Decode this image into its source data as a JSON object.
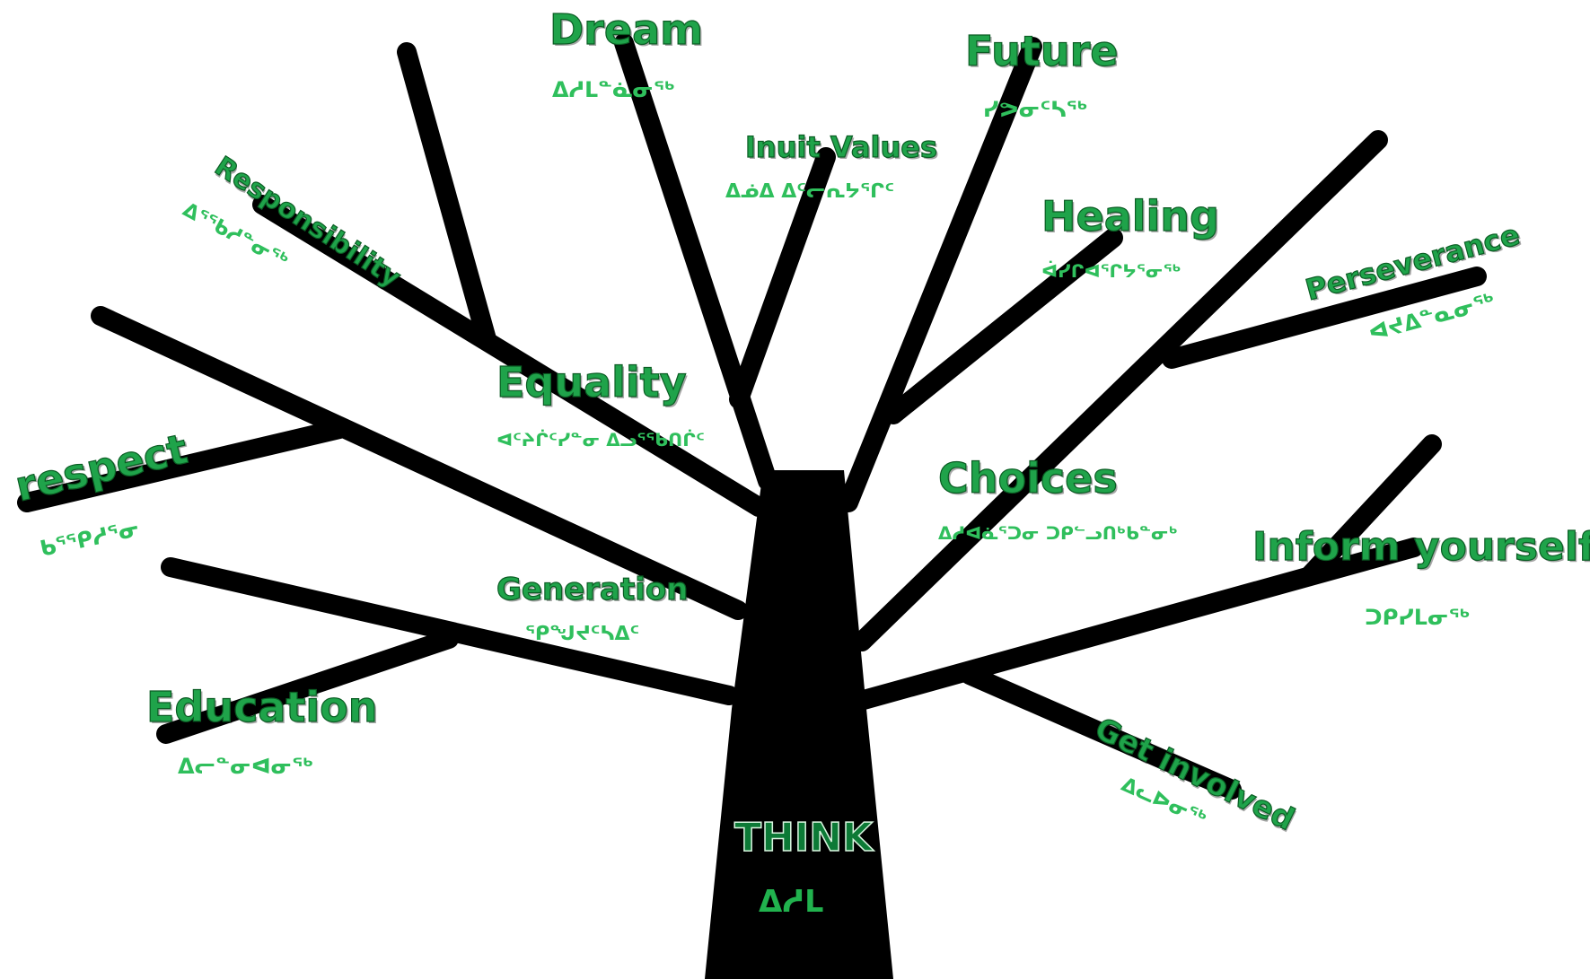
{
  "trunk": {
    "label": "THINK",
    "syllabics": "ᐃᓱᒪ"
  },
  "values": [
    {
      "id": "dream",
      "label": "Dream",
      "syllabics": "ᐃᓱᒪᓐᓈᓂᖅ"
    },
    {
      "id": "future",
      "label": "Future",
      "syllabics": "ᓯᕗᓂᑦᓴᖅ"
    },
    {
      "id": "inuit-values",
      "label": "Inuit Values",
      "syllabics": "ᐃᓅᐃ ᐃᑦᓕᕆᔭᕐᒋᑦ"
    },
    {
      "id": "responsibility",
      "label": "Responsibility",
      "syllabics": "ᐃᕐᖃᓱᓐᓂᖅ"
    },
    {
      "id": "healing",
      "label": "Healing",
      "syllabics": "ᐋᓯᒋᐊᕐᒋᔭᕐᓂᖅ"
    },
    {
      "id": "perseverance",
      "label": "Perseverance",
      "syllabics": "ᐊᔪᐃᓐᓇᓂᖅ"
    },
    {
      "id": "equality",
      "label": "Equality",
      "syllabics": "ᐊᑦᔨᒌᑦᓯᓐᓂ ᐃᓗᕐᖃᑎᒌᑦ"
    },
    {
      "id": "respect",
      "label": "respect",
      "syllabics": "ᑲᕐᕿᓱᕐᓂ"
    },
    {
      "id": "choices",
      "label": "Choices",
      "syllabics": "ᐃᓱᐊᓈᕐᑐᓂ ᑐᑭᓪᓗᑎᒃᑲᓐᓂᒃ"
    },
    {
      "id": "inform-yourself",
      "label": "Inform yourself",
      "syllabics": "ᑐᑭᓯᒪᓂᖅ"
    },
    {
      "id": "generation",
      "label": "Generation",
      "syllabics": "ᕿᖑᔪᑦᓴᐃᑦ"
    },
    {
      "id": "education",
      "label": "Education",
      "syllabics": "ᐃᓕᓐᓂᐊᓂᖅ"
    },
    {
      "id": "get-involved",
      "label": "Get involved",
      "syllabics": "ᐃᓚᐅᓂᖅ"
    }
  ]
}
